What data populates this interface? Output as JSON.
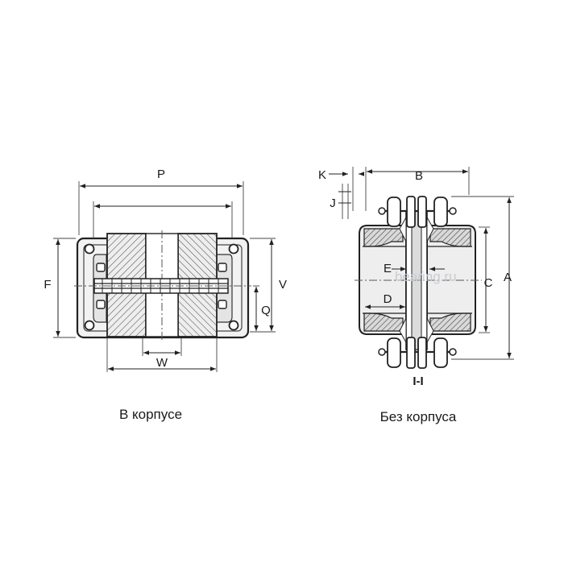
{
  "dimensions": {
    "P": "P",
    "F": "F",
    "V": "V",
    "Q": "Q",
    "W": "W",
    "K": "K",
    "J": "J",
    "B": "B",
    "E": "E",
    "D": "D",
    "C": "C",
    "A": "A"
  },
  "section_label": "I-I",
  "captions": {
    "left": "В корпусе",
    "right": "Без корпуса"
  },
  "watermark": "bearing.ru"
}
